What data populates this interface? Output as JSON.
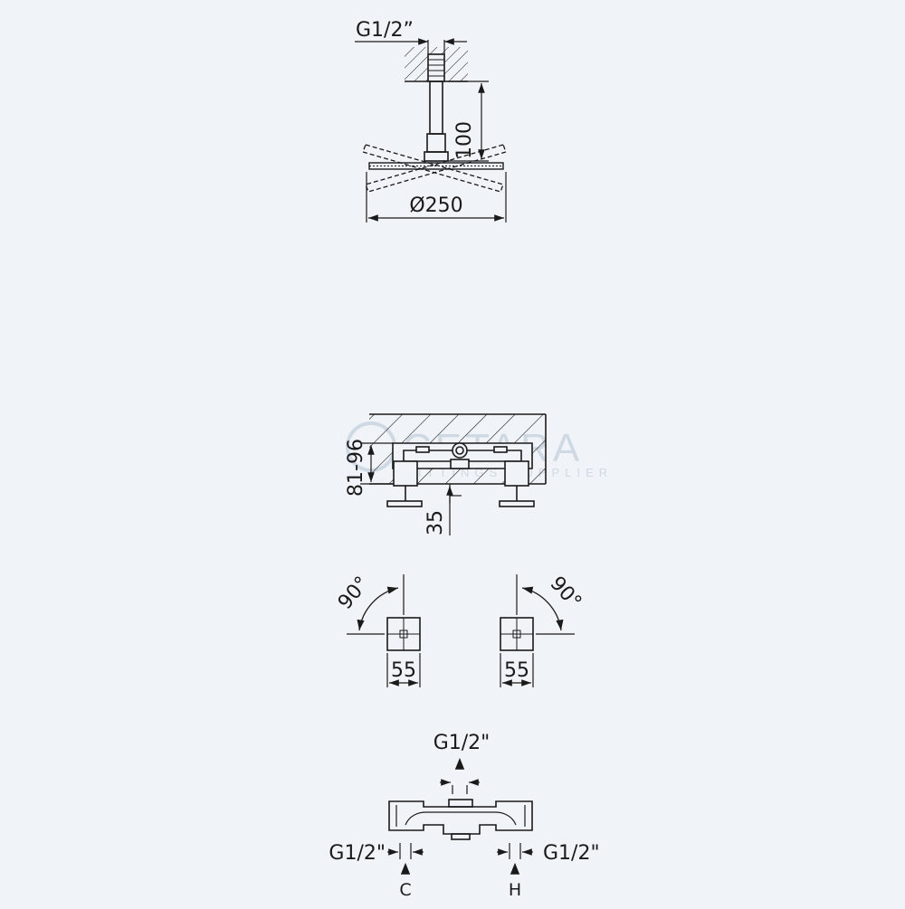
{
  "colors": {
    "background": "#f0f4f8",
    "line": "#1a1a1a",
    "watermark": "#cfd9e4"
  },
  "shower_head": {
    "thread_label": "G1/2”",
    "arm_length_label": "100",
    "diameter_label": "Ø250"
  },
  "mixer_side": {
    "depth_label": "81-96",
    "projection_label": "35"
  },
  "handles": {
    "left_angle_label": "90°",
    "right_angle_label": "90°",
    "left_width_label": "55",
    "right_width_label": "55"
  },
  "mixer_top": {
    "outlet_label": "G1/2\"",
    "cold_inlet_label": "G1/2\"",
    "hot_inlet_label": "G1/2\"",
    "cold_letter": "C",
    "hot_letter": "H"
  }
}
